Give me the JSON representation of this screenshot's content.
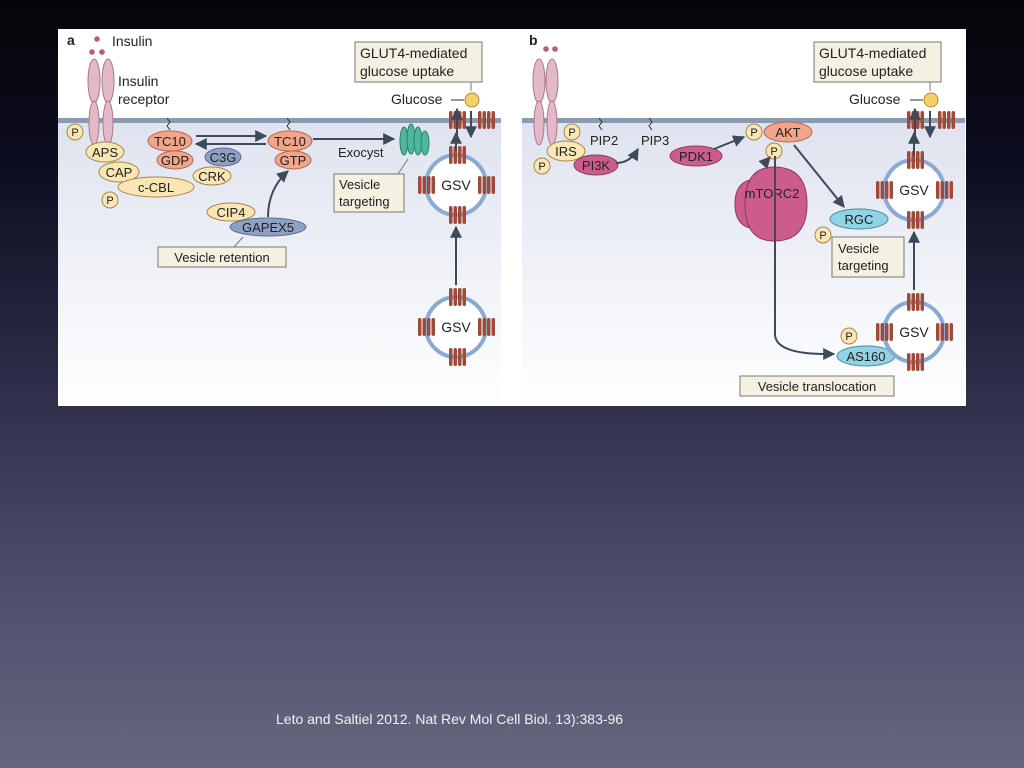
{
  "citation": "Leto and Saltiel 2012. Nat Rev Mol Cell Biol. 13):383-96",
  "panel_a": {
    "panel_label": "a",
    "insulin": "Insulin",
    "insulin_receptor": [
      "Insulin",
      "receptor"
    ],
    "phospho": "P",
    "aps": "APS",
    "cap": "CAP",
    "c_cbl": "c-CBL",
    "crk": "CRK",
    "c3g": "C3G",
    "tc10": "TC10",
    "gdp": "GDP",
    "gtp": "GTP",
    "cip4": "CIP4",
    "gapex5": "GAPEX5",
    "vesicle_retention": "Vesicle retention",
    "exocyst": "Exocyst",
    "vesicle_targeting": [
      "Vesicle",
      "targeting"
    ],
    "glut4_uptake": [
      "GLUT4-mediated",
      "glucose uptake"
    ],
    "glucose": "Glucose",
    "gsv": "GSV"
  },
  "panel_b": {
    "panel_label": "b",
    "phospho": "P",
    "irs": "IRS",
    "pi3k": "PI3K",
    "pip2": "PIP2",
    "pip3": "PIP3",
    "pdk1": "PDK1",
    "akt": "AKT",
    "mtorc2": "mTORC2",
    "rgc": "RGC",
    "as160": "AS160",
    "vesicle_targeting": [
      "Vesicle",
      "targeting"
    ],
    "vesicle_translocation": "Vesicle translocation",
    "glut4_uptake": [
      "GLUT4-mediated",
      "glucose uptake"
    ],
    "glucose": "Glucose",
    "gsv": "GSV"
  },
  "colors": {
    "slide_background_top": "#050508",
    "slide_background_bottom": "#66667f",
    "membrane": "#8d9bb2",
    "cytoplasm": "#dfe3ef",
    "receptor": "#e3b9c9",
    "insulin_dot": "#c0587c",
    "yellow_protein": "#f9e6b4",
    "orange_protein": "#f2a58a",
    "blue_protein": "#8ea0c4",
    "pink_protein": "#cc5d8a",
    "cyan_protein": "#8fd3e4",
    "exocyst": "#4fb59d",
    "glut4": "#a04a3a",
    "vesicle": "#8aaad4",
    "arrow": "#3e4a5a"
  },
  "icons": [
    "insulin-molecule",
    "insulin-receptor",
    "glut4-transporter",
    "exocyst-complex",
    "gsv-vesicle",
    "phosphate-group",
    "lipid-squiggle"
  ]
}
